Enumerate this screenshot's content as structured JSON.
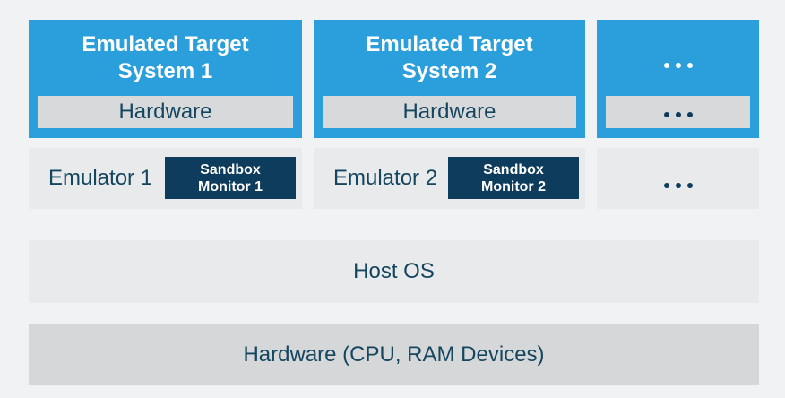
{
  "colors": {
    "background": "#f1f2f4",
    "target_blue": "#2a9fdb",
    "monitor_navy": "#0d3c5c",
    "label_navy": "#14465f",
    "inner_gray": "#d8d9db",
    "light_gray_band": "#e9eaec",
    "dark_gray_band": "#d6d7d9",
    "title_white": "#ffffff"
  },
  "targets_row": [
    {
      "title_line1": "Emulated Target",
      "title_line2": "System 1",
      "inner_label": "Hardware"
    },
    {
      "title_line1": "Emulated Target",
      "title_line2": "System 2",
      "inner_label": "Hardware"
    },
    {
      "ellipsis": "...",
      "inner_ellipsis": "..."
    }
  ],
  "emulators_row": [
    {
      "label": "Emulator 1",
      "monitor_line1": "Sandbox",
      "monitor_line2": "Monitor 1"
    },
    {
      "label": "Emulator 2",
      "monitor_line1": "Sandbox",
      "monitor_line2": "Monitor 2"
    },
    {
      "ellipsis": "..."
    }
  ],
  "host_os": {
    "label": "Host OS"
  },
  "hardware": {
    "label": "Hardware (CPU, RAM Devices)"
  }
}
